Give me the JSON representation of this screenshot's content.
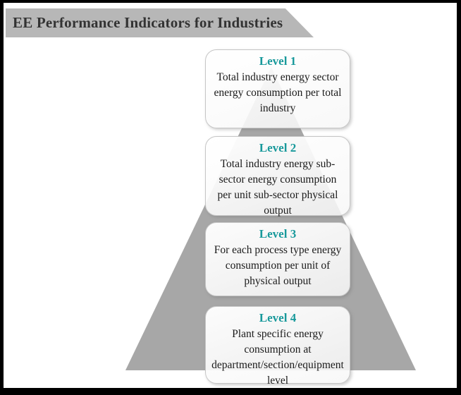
{
  "colors": {
    "accent": "#18999b",
    "banner": "#b7b7b7",
    "bannerText": "#333333",
    "pyramid": "#a7a7a7",
    "frame": "#000000"
  },
  "header": {
    "title": "EE Performance Indicators for Industries"
  },
  "pyramid": {
    "shape": "triangle"
  },
  "levels": [
    {
      "title": "Level 1",
      "body": "Total industry energy sector\nenergy consumption per total\nindustry"
    },
    {
      "title": "Level 2",
      "body": "Total industry energy sub-\nsector energy consumption\nper unit sub-sector physical\noutput"
    },
    {
      "title": "Level 3",
      "body": "For each process type energy\nconsumption per unit of\nphysical output"
    },
    {
      "title": "Level 4",
      "body": "Plant specific energy\nconsumption at\ndepartment/section/equipment\nlevel"
    }
  ]
}
